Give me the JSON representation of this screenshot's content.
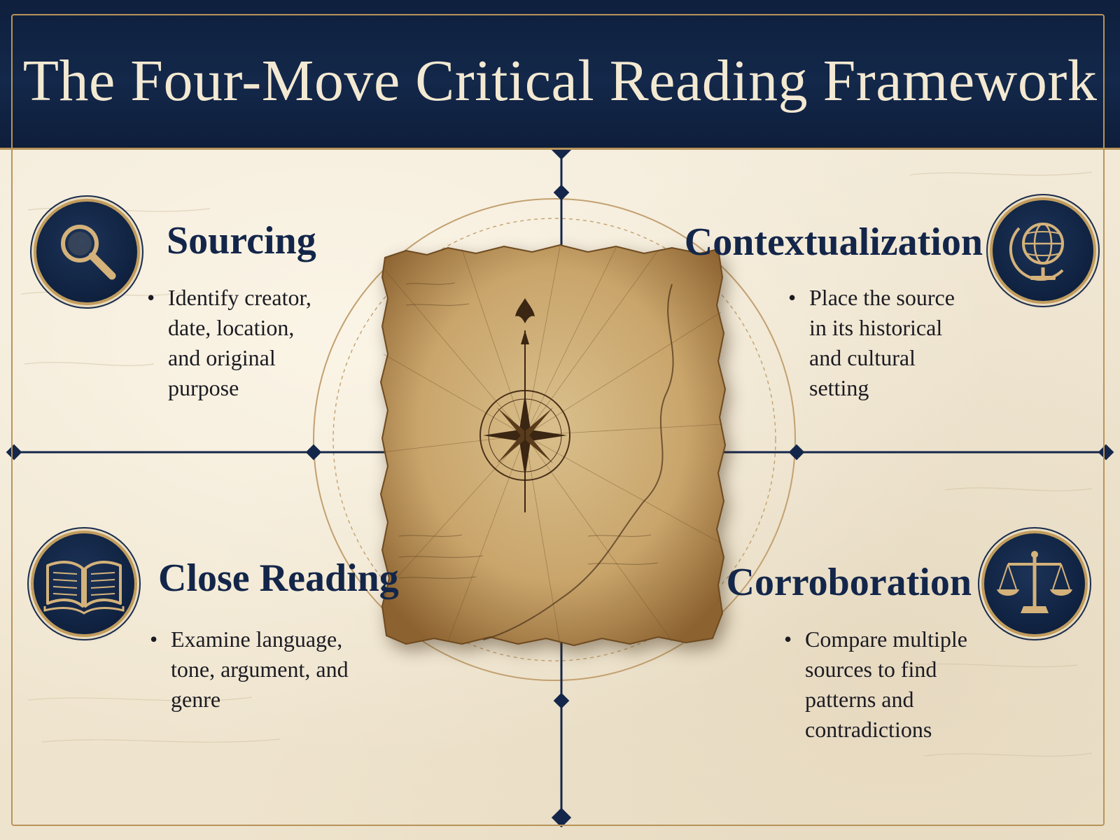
{
  "header": {
    "title": "The Four-Move Critical Reading Framework"
  },
  "quadrants": {
    "sourcing": {
      "title": "Sourcing",
      "icon": "magnifying-glass-icon",
      "bullets": [
        "Identify creator, date, location, and original purpose"
      ]
    },
    "contextualization": {
      "title": "Contextualization",
      "icon": "globe-icon",
      "bullets": [
        "Place the source in its historical and cultural setting"
      ]
    },
    "close_reading": {
      "title": "Close Reading",
      "icon": "open-book-icon",
      "bullets": [
        "Examine language, tone, argument, and genre"
      ]
    },
    "corroboration": {
      "title": "Corroboration",
      "icon": "balance-scale-icon",
      "bullets": [
        "Compare multiple sources to find patterns and contradictions"
      ]
    }
  },
  "center": {
    "image": "antique-map-with-compass-rose"
  },
  "colors": {
    "navy": "#0f1f3d",
    "gold": "#b8945a",
    "parchment": "#efe6d2",
    "title_text": "#13264a"
  }
}
